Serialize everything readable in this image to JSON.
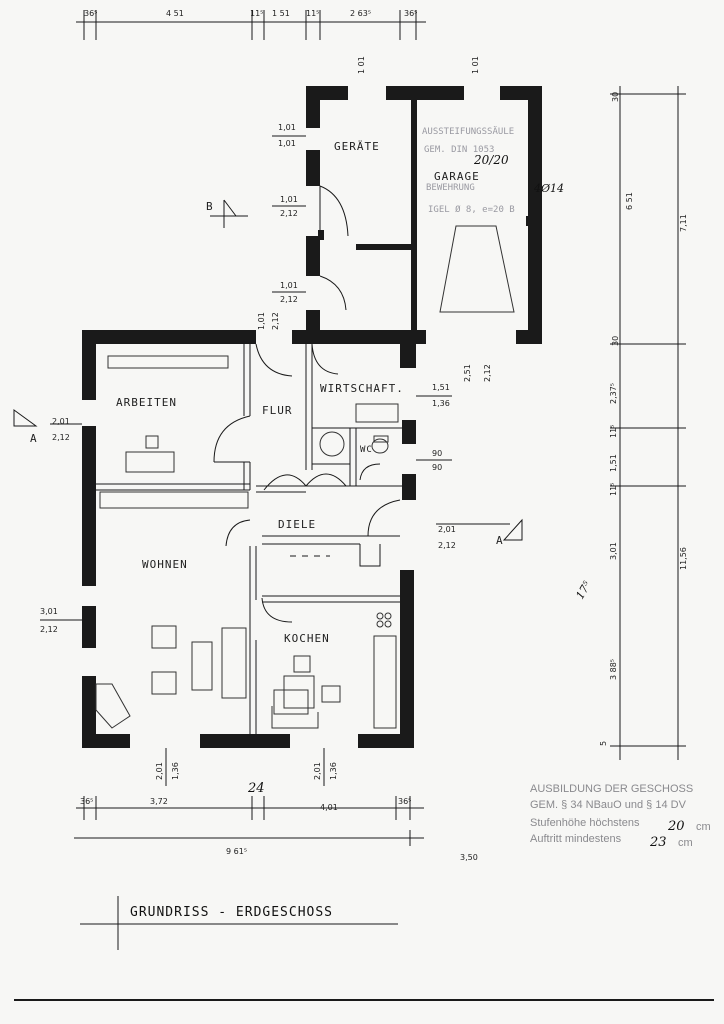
{
  "title": "GRUNDRISS - ERDGESCHOSS",
  "rooms": {
    "geraete": "GERÄTE",
    "garage": "GARAGE",
    "arbeiten": "ARBEITEN",
    "flur": "FLUR",
    "wirtschaft": "WIRTSCHAFT.",
    "wc": "WC",
    "diele": "DIELE",
    "wohnen": "WOHNEN",
    "kochen": "KOCHEN"
  },
  "section_markers": {
    "b": "B",
    "a_left": "A",
    "a_right": "A"
  },
  "top_dimensions": [
    "36⁵",
    "4 51",
    "11⁵",
    "1 51",
    "11⁵",
    "2 63⁵",
    "36⁵"
  ],
  "bottom_dimensions": [
    "36⁵",
    "3,72",
    "24",
    "4,01",
    "36⁵",
    "9 61⁵",
    "3,50"
  ],
  "right_dimensions": [
    "30",
    "6 51",
    "7,11",
    "30",
    "2,37⁵",
    "11⁵",
    "1,51",
    "11⁵",
    "3,01",
    "17⁵",
    "3 88⁵",
    "11,56",
    "5"
  ],
  "opening_dimensions": {
    "top_left_garage": "1 01",
    "top_right_garage": "1 01",
    "geraete_window_a": "1,01",
    "geraete_window_b": "1,01",
    "geraete_door_a": "1,01",
    "geraete_door_b": "2,12",
    "geraete_lower_a": "1,01",
    "geraete_lower_b": "2,12",
    "flur_door_a": "1,01",
    "flur_door_b": "2,12",
    "garage_side_a": "2,51",
    "garage_side_b": "2,12",
    "wirtschaft_a": "1,51",
    "wirtschaft_b": "1,36",
    "wc_a": "90",
    "wc_b": "90",
    "diele_a": "2,01",
    "diele_b": "2,12",
    "arbeiten_a": "2,01",
    "arbeiten_b": "2,12",
    "wohnen_a": "3,01",
    "wohnen_b": "2,12",
    "bottom_a": "2,01",
    "bottom_b": "1,36",
    "bottom_c": "2,01",
    "bottom_d": "1,36"
  },
  "stamp": {
    "line1": "AUSSTEIFUNGSSÄULE",
    "line2": "GEM. DIN 1053",
    "line3": "BEWEHRUNG",
    "line4": "IGEL Ø 8, e=20 B",
    "hand_a": "20/20",
    "hand_b": "4Ø14"
  },
  "note": {
    "line1": "AUSBILDUNG DER GESCHOSS",
    "line2": "GEM. § 34 NBauO und § 14 DV",
    "line3_prefix": "Stufenhöhe höchstens",
    "line3_value": "20",
    "line3_unit": "cm",
    "line4_prefix": "Auftritt mindestens",
    "line4_value": "23",
    "line4_unit": "cm"
  }
}
